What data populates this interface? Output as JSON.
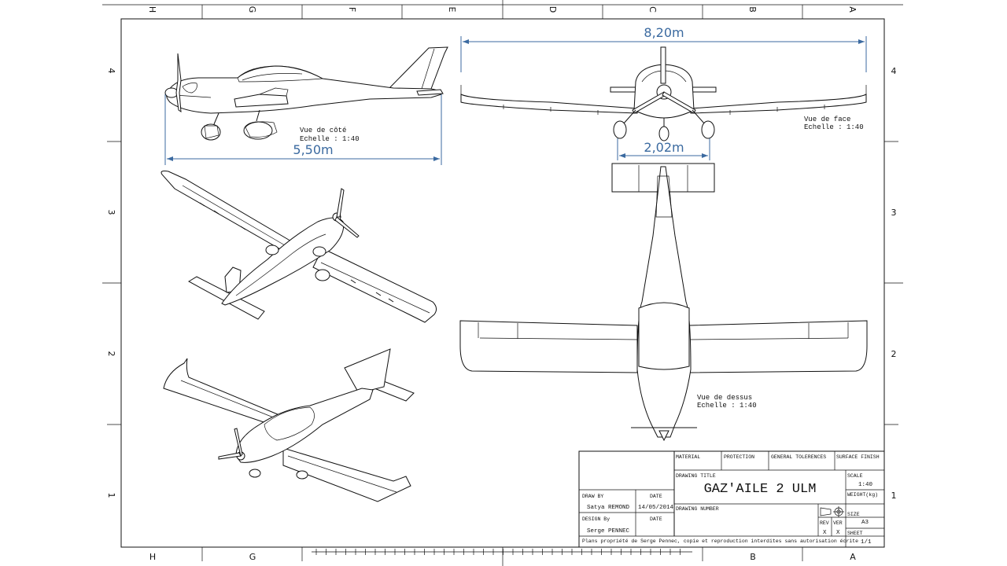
{
  "zones": {
    "columns": [
      "H",
      "G",
      "F",
      "E",
      "D",
      "C",
      "B",
      "A"
    ],
    "rows": [
      "4",
      "3",
      "2",
      "1"
    ]
  },
  "views": {
    "side": {
      "label": "Vue de côté",
      "scale": "Echelle :  1:40",
      "dimension": "5,50m"
    },
    "front": {
      "label": "Vue de face",
      "scale": "Echelle :  1:40",
      "wingspan": "8,20m",
      "track": "2,02m"
    },
    "top": {
      "label": "Vue de dessus",
      "scale": "Echelle :  1:40"
    }
  },
  "title_block": {
    "material_label": "MATERIAL",
    "protection_label": "PROTECTION",
    "tolerances_label": "GENERAL TOLERENCES",
    "surface_label": "SURFACE FINISH",
    "drawing_title_label": "DRAWING TITLE",
    "drawing_title": "GAZ'AILE 2 ULM",
    "scale_label": "SCALE",
    "scale_value": "1:40",
    "weight_label": "WEIGHT(kg)",
    "draw_by_label": "DRAW BY",
    "draw_by_value": "Satya REMOND",
    "date_label": "DATE",
    "date_value": "14/05/2014",
    "design_by_label": "DESIGN By",
    "design_by_value": "Serge PENNEC",
    "design_date_label": "DATE",
    "drawing_number_label": "DRAWING NUMBER",
    "rev_label": "REV",
    "rev_value": "X",
    "ver_label": "VER",
    "ver_value": "X",
    "size_label": "SIZE",
    "size_value": "A3",
    "sheet_label": "SHEET",
    "sheet_value": "1/1",
    "notice": "Plans propriété de Serge Pennec, copie et reproduction interdites sans autorisation écrite"
  }
}
